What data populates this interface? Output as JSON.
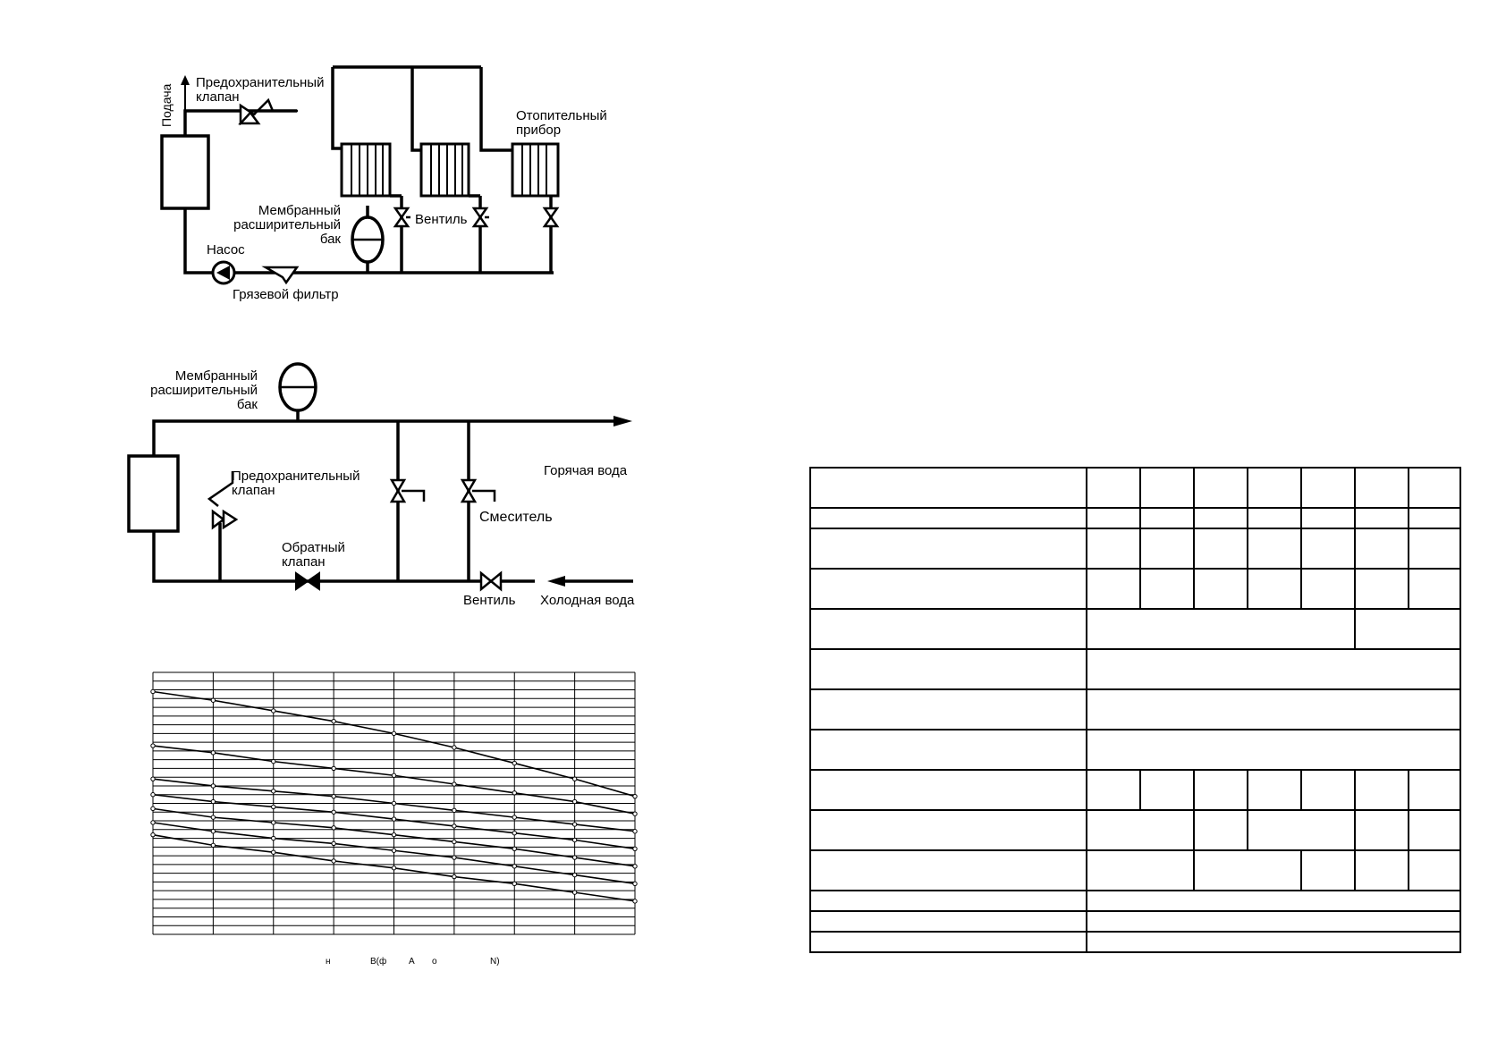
{
  "heating_diagram": {
    "label_supply": "Подача",
    "label_relief_valve_1": "Предохранительный",
    "label_relief_valve_2": "клапан",
    "label_heater_1": "Отопительный",
    "label_heater_2": "прибор",
    "label_tank_1": "Мембранный",
    "label_tank_2": "расширительный",
    "label_tank_3": "бак",
    "label_valve": "Вентиль",
    "label_pump": "Насос",
    "label_filter": "Грязевой фильтр"
  },
  "water_diagram": {
    "label_tank_1": "Мембранный",
    "label_tank_2": "расширительный",
    "label_tank_3": "бак",
    "label_hot_water": "Горячая вода",
    "label_relief_valve_1": "Предохранительный",
    "label_relief_valve_2": "клапан",
    "label_mixer": "Смеситель",
    "label_check_valve_1": "Обратный",
    "label_check_valve_2": "клапан",
    "label_valve": "Вентиль",
    "label_cold_water": "Холодная вода"
  },
  "chart_data": {
    "type": "line",
    "x": [
      0,
      1,
      2,
      3,
      4,
      5,
      6,
      7,
      8
    ],
    "series": [
      {
        "values": [
          1.57,
          1.51,
          1.47,
          1.42,
          1.38,
          1.33,
          1.29,
          1.24,
          1.19
        ]
      },
      {
        "values": [
          1.64,
          1.59,
          1.55,
          1.52,
          1.48,
          1.44,
          1.39,
          1.34,
          1.29
        ]
      },
      {
        "values": [
          1.72,
          1.67,
          1.64,
          1.61,
          1.57,
          1.53,
          1.49,
          1.44,
          1.39
        ]
      },
      {
        "values": [
          1.8,
          1.76,
          1.73,
          1.7,
          1.66,
          1.62,
          1.58,
          1.54,
          1.49
        ]
      },
      {
        "values": [
          1.89,
          1.85,
          1.82,
          1.79,
          1.75,
          1.71,
          1.67,
          1.63,
          1.59
        ]
      },
      {
        "values": [
          2.08,
          2.04,
          1.99,
          1.95,
          1.91,
          1.86,
          1.81,
          1.76,
          1.69
        ]
      },
      {
        "values": [
          2.39,
          2.34,
          2.28,
          2.22,
          2.15,
          2.07,
          1.98,
          1.89,
          1.79
        ]
      }
    ],
    "xlim": [
      0,
      8
    ],
    "ylim": [
      1.0,
      2.5
    ],
    "y_grid_step": 0.05,
    "grid": true,
    "caption_fragments": [
      "н",
      "В(ф",
      "А",
      "о",
      "N)"
    ]
  },
  "spec_table": {
    "rows": [
      {
        "cells": [
          {
            "text": "",
            "span": 1
          },
          {
            "text": "",
            "span": 1
          },
          {
            "text": "",
            "span": 1
          },
          {
            "text": "",
            "span": 1
          },
          {
            "text": "",
            "span": 1
          },
          {
            "text": "",
            "span": 1
          },
          {
            "text": "",
            "span": 1
          },
          {
            "text": "",
            "span": 1
          }
        ]
      },
      {
        "cells": [
          {
            "text": "",
            "span": 1
          },
          {
            "text": "",
            "span": 1
          },
          {
            "text": "",
            "span": 1
          },
          {
            "text": "",
            "span": 1
          },
          {
            "text": "",
            "span": 1
          },
          {
            "text": "",
            "span": 1
          },
          {
            "text": "",
            "span": 1
          },
          {
            "text": "",
            "span": 1
          }
        ]
      },
      {
        "cells": [
          {
            "text": "",
            "span": 1
          },
          {
            "text": "",
            "span": 1
          },
          {
            "text": "",
            "span": 1
          },
          {
            "text": "",
            "span": 1
          },
          {
            "text": "",
            "span": 1
          },
          {
            "text": "",
            "span": 1
          },
          {
            "text": "",
            "span": 1
          },
          {
            "text": "",
            "span": 1
          }
        ]
      },
      {
        "cells": [
          {
            "text": "",
            "span": 1
          },
          {
            "text": "",
            "span": 1
          },
          {
            "text": "",
            "span": 1
          },
          {
            "text": "",
            "span": 1
          },
          {
            "text": "",
            "span": 1
          },
          {
            "text": "",
            "span": 1
          },
          {
            "text": "",
            "span": 1
          },
          {
            "text": "",
            "span": 1
          }
        ]
      },
      {
        "cells": [
          {
            "text": "",
            "span": 1
          },
          {
            "text": "",
            "span": 5
          },
          {
            "text": "",
            "span": 2
          }
        ]
      },
      {
        "cells": [
          {
            "text": "",
            "span": 1
          },
          {
            "text": "",
            "span": 7
          }
        ]
      },
      {
        "cells": [
          {
            "text": "",
            "span": 1
          },
          {
            "text": "",
            "span": 7
          }
        ]
      },
      {
        "cells": [
          {
            "text": "",
            "span": 1
          },
          {
            "text": "",
            "span": 7
          }
        ]
      },
      {
        "cells": [
          {
            "text": "",
            "span": 1
          },
          {
            "text": "",
            "span": 1
          },
          {
            "text": "",
            "span": 1
          },
          {
            "text": "",
            "span": 1
          },
          {
            "text": "",
            "span": 1
          },
          {
            "text": "",
            "span": 1
          },
          {
            "text": "",
            "span": 1
          },
          {
            "text": "",
            "span": 1
          }
        ]
      },
      {
        "cells": [
          {
            "text": "",
            "span": 1
          },
          {
            "text": "",
            "span": 2
          },
          {
            "text": "",
            "span": 1
          },
          {
            "text": "",
            "span": 2
          },
          {
            "text": "",
            "span": 1
          },
          {
            "text": "",
            "span": 1
          }
        ]
      },
      {
        "cells": [
          {
            "text": "",
            "span": 1
          },
          {
            "text": "",
            "span": 2
          },
          {
            "text": "",
            "span": 2
          },
          {
            "text": "",
            "span": 1
          },
          {
            "text": "",
            "span": 1
          },
          {
            "text": "",
            "span": 1
          }
        ]
      },
      {
        "cells": [
          {
            "text": "",
            "span": 1
          },
          {
            "text": "",
            "span": 7
          }
        ]
      },
      {
        "cells": [
          {
            "text": "",
            "span": 1
          },
          {
            "text": "",
            "span": 7
          }
        ]
      },
      {
        "cells": [
          {
            "text": "",
            "span": 1
          },
          {
            "text": "",
            "span": 7
          }
        ]
      }
    ]
  }
}
